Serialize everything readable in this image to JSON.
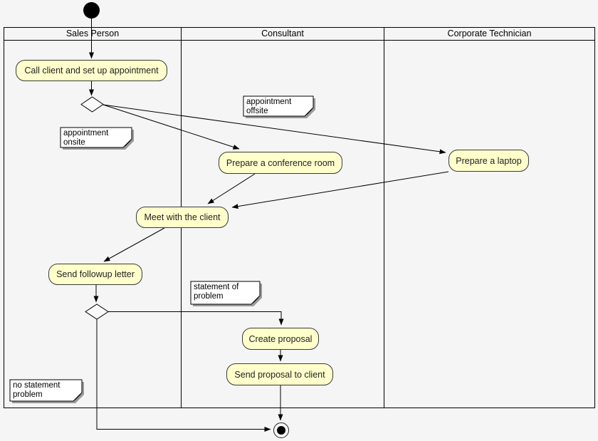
{
  "diagram_type": "uml-activity-diagram-with-swimlanes",
  "lanes": [
    {
      "label": "Sales Person"
    },
    {
      "label": "Consultant"
    },
    {
      "label": "Corporate Technician"
    }
  ],
  "activities": {
    "call_client": "Call client and set up appointment",
    "prepare_conference_room": "Prepare a conference room",
    "prepare_laptop": "Prepare a laptop",
    "meet_client": "Meet with the client",
    "send_followup": "Send followup letter",
    "create_proposal": "Create proposal",
    "send_proposal": "Send proposal to client"
  },
  "notes": {
    "appointment_offsite": "appointment\noffsite",
    "appointment_onsite": "appointment\nonsite",
    "statement_of_problem": "statement of\nproblem",
    "no_statement_problem": "no statement\nproblem"
  },
  "nodes": {
    "initial": "initial-node",
    "decision_appointment": "decision",
    "decision_statement": "decision",
    "final": "activity-final-node"
  },
  "colors": {
    "background": "#f5f5f5",
    "activity_fill": "#ffffcc",
    "activity_border": "#3a3a3a",
    "note_fill": "#ffffff",
    "note_shadow": "#9a9a9a",
    "line": "#000000"
  }
}
